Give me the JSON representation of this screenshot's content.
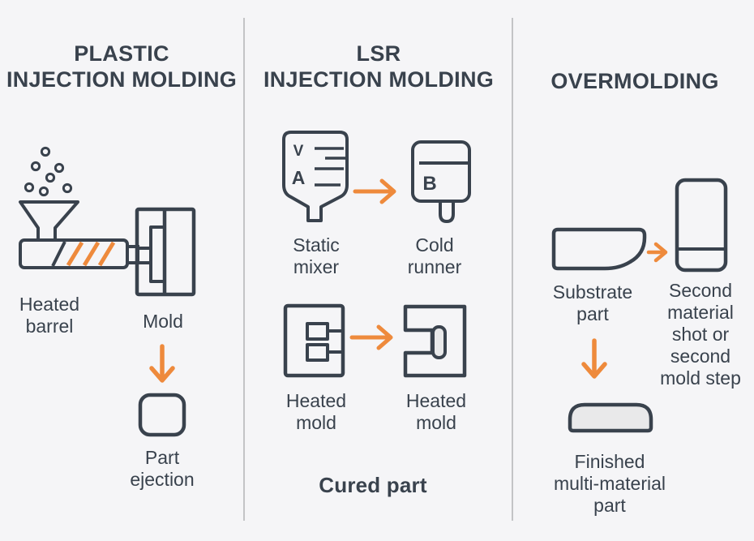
{
  "colors": {
    "background": "#f5f5f7",
    "ink": "#39424d",
    "accent_orange": "#ee8a3c",
    "divider": "#c3c4c6",
    "part_fill": "#e9e9ea"
  },
  "columns": {
    "plastic": {
      "title": "PLASTIC\nINJECTION MOLDING",
      "labels": {
        "heated_barrel": "Heated\nbarrel",
        "mold": "Mold",
        "part_ejection": "Part\nejection"
      }
    },
    "lsr": {
      "title": "LSR\nINJECTION MOLDING",
      "labels": {
        "static_mixer": "Static\nmixer",
        "cold_runner": "Cold\nrunner",
        "heated_mold_left": "Heated\nmold",
        "heated_mold_right": "Heated\nmold",
        "cured_part": "Cured part"
      }
    },
    "overmolding": {
      "title": "OVERMOLDING",
      "labels": {
        "substrate_part": "Substrate\npart",
        "second_material": "Second\nmaterial\nshot or\nsecond\nmold step",
        "finished_part": "Finished\nmulti-material\npart"
      }
    }
  },
  "icon_text": {
    "mixer_letter_top": "V",
    "mixer_letter_bottom": "A",
    "runner_letter": "B"
  }
}
